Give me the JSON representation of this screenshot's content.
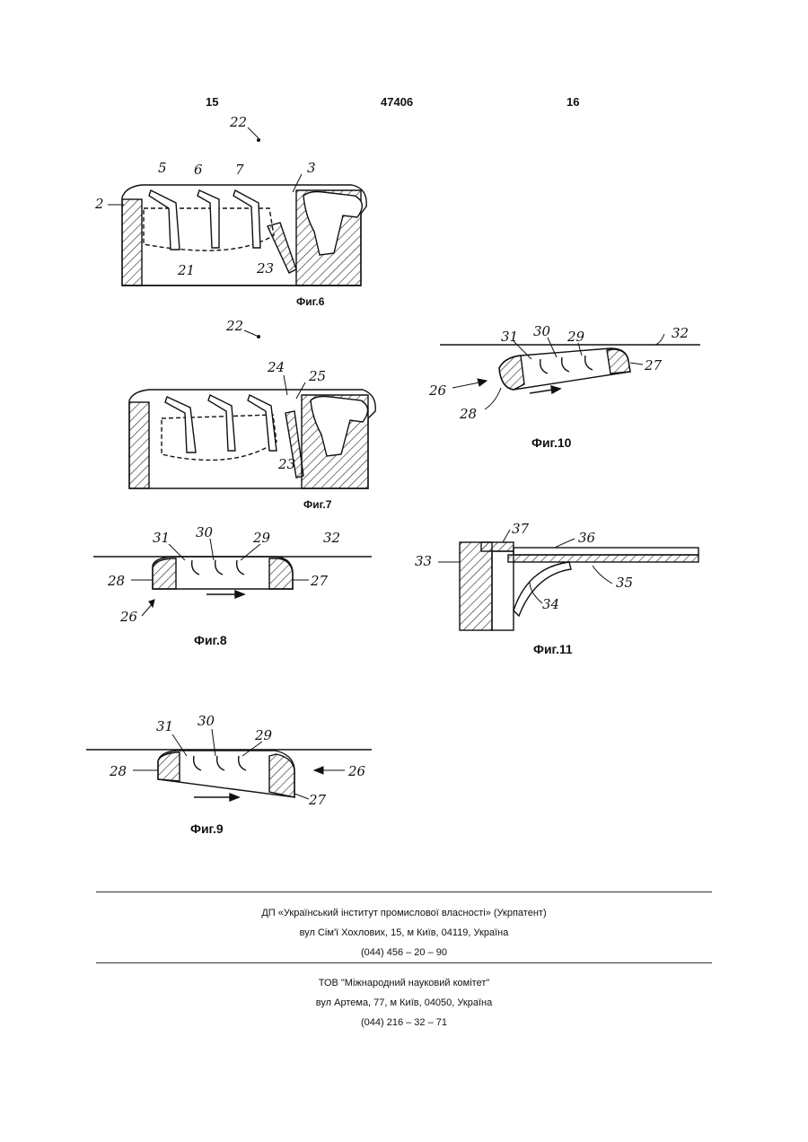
{
  "header": {
    "page_left": "15",
    "patent_number": "47406",
    "page_right": "16"
  },
  "figures": {
    "fig6": {
      "caption": "Фиг.6",
      "labels": [
        "22",
        "5",
        "6",
        "7",
        "3",
        "2",
        "21",
        "23"
      ]
    },
    "fig7": {
      "caption": "Фиг.7",
      "labels": [
        "22",
        "24",
        "25",
        "23"
      ]
    },
    "fig8": {
      "caption": "Фиг.8",
      "labels": [
        "31",
        "30",
        "29",
        "32",
        "28",
        "27",
        "26"
      ]
    },
    "fig9": {
      "caption": "Фиг.9",
      "labels": [
        "31",
        "30",
        "29",
        "28",
        "26",
        "27"
      ]
    },
    "fig10": {
      "caption": "Фиг.10",
      "labels": [
        "31",
        "30",
        "29",
        "32",
        "27",
        "26",
        "28"
      ]
    },
    "fig11": {
      "caption": "Фиг.11",
      "labels": [
        "37",
        "36",
        "33",
        "34",
        "35"
      ]
    }
  },
  "footer": {
    "org1": "ДП «Український інститут промислової власності» (Укрпатент)",
    "addr1": "вул  Сім'ї Хохлових, 15, м  Київ, 04119, Україна",
    "phone1": "(044) 456 – 20 –  90",
    "org2": "ТОВ \"Міжнародний науковий комітет\"",
    "addr2": "вул  Артема, 77, м  Київ, 04050, Україна",
    "phone2": "(044) 216 – 32 – 71"
  }
}
